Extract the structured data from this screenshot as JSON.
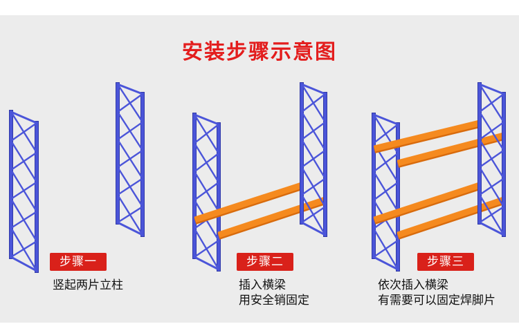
{
  "title": "安装步骤示意图",
  "steps": [
    {
      "label": "步骤一",
      "lines": [
        "竖起两片立柱"
      ]
    },
    {
      "label": "步骤二",
      "lines": [
        "插入横梁",
        "用安全销固定"
      ]
    },
    {
      "label": "步骤三",
      "lines": [
        "依次插入横梁",
        "有需要可以固定焊脚片"
      ]
    }
  ],
  "colors": {
    "upright": "#4b55d9",
    "upright_dark": "#2f38a8",
    "beam": "#f58a1f",
    "beam_dark": "#d86b0d",
    "badge": "#d9211a",
    "title": "#e31d1d"
  }
}
